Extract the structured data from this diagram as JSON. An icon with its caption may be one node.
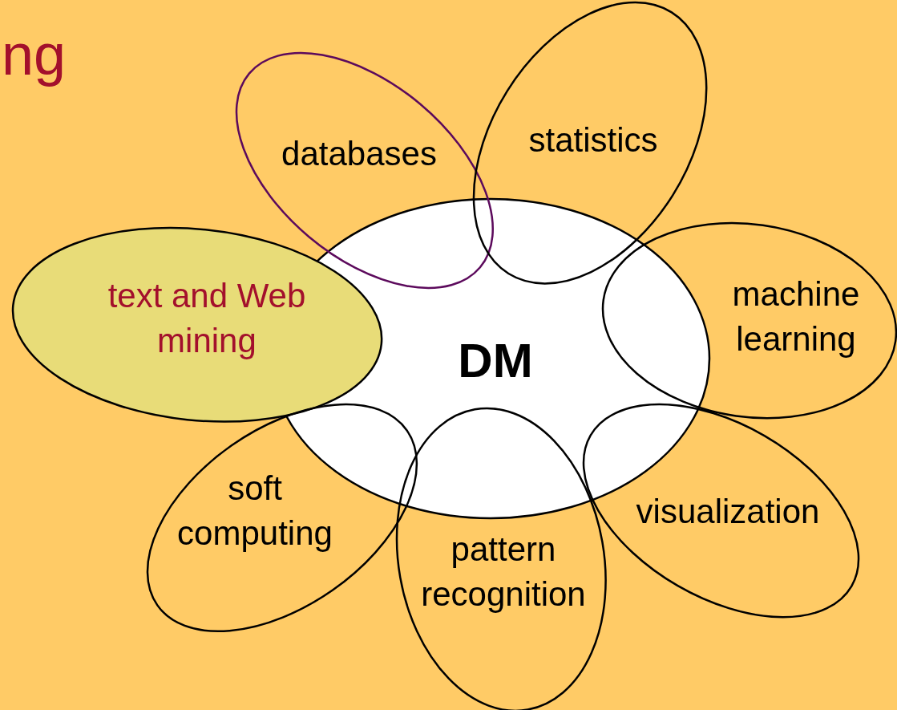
{
  "diagram": {
    "nodes": [
      {
        "text": [
          "DM"
        ]
      },
      {
        "text": [
          "databases"
        ]
      },
      {
        "text": [
          "statistics"
        ]
      },
      {
        "text": [
          "machine learning"
        ]
      },
      {
        "text": [
          "visualization"
        ]
      },
      {
        "text": [
          "pattern recognition"
        ]
      },
      {
        "text": [
          "soft computing"
        ]
      },
      {
        "text": [
          "text and Web mining"
        ]
      }
    ],
    "labels": [
      "ng"
    ]
  }
}
